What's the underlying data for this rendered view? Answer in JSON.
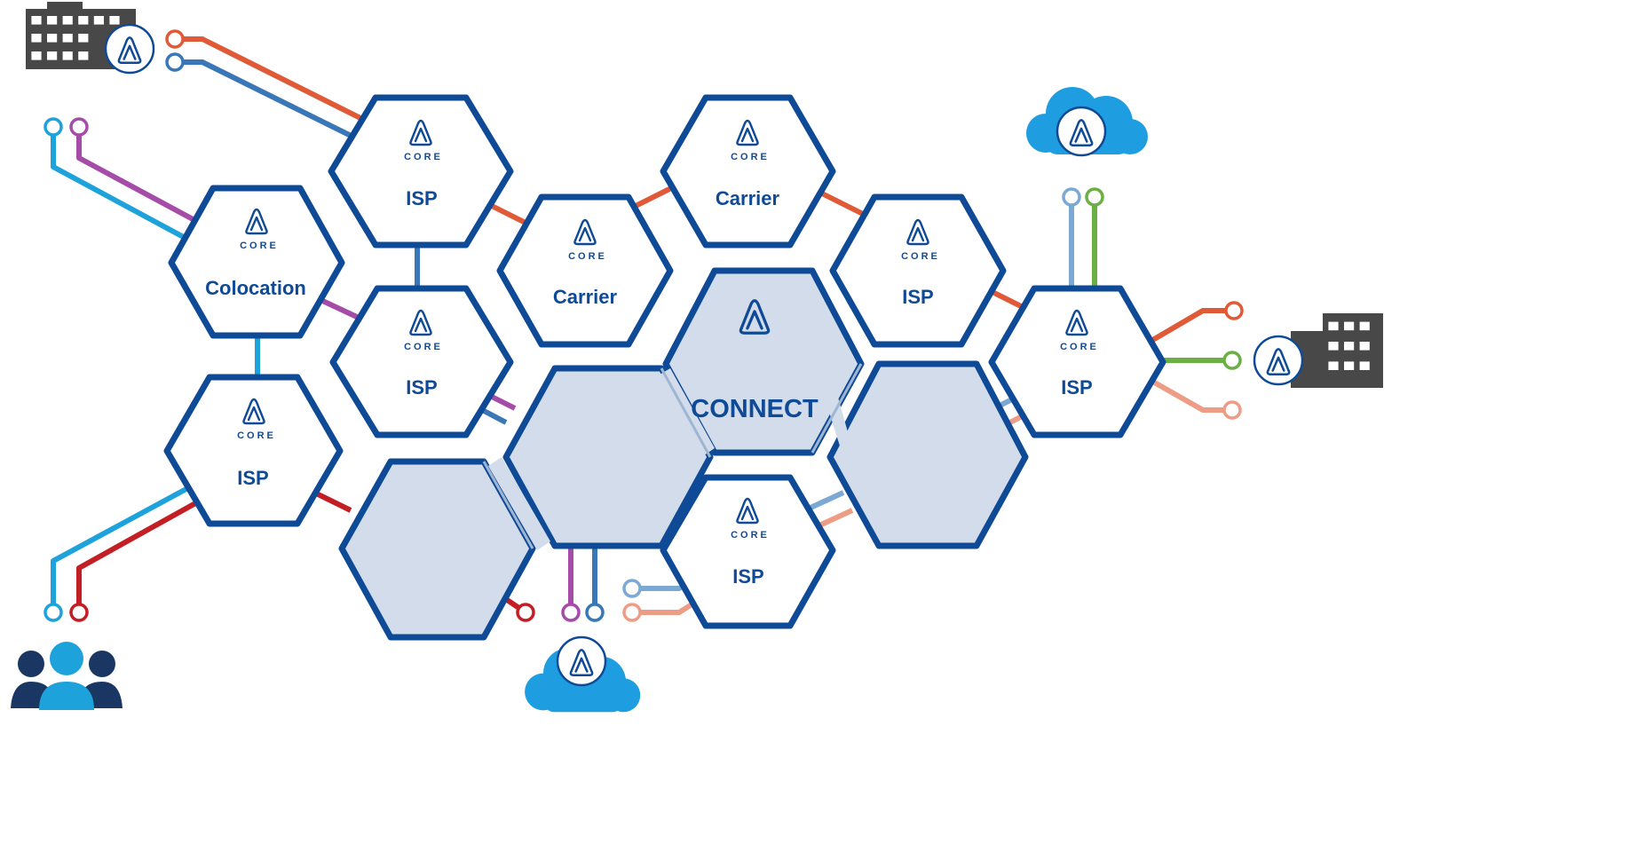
{
  "colors": {
    "node_border": "#0f4a97",
    "connect_fill": "#d2dcea",
    "connect_seam": "#9fb6d3",
    "building": "#484848",
    "cloud": "#1e9ee0",
    "orange_red": "#e05a37",
    "steel_blue": "#3a77b6",
    "sky_blue": "#1ea2dc",
    "purple": "#a54ca8",
    "green": "#6ab044",
    "dark_red": "#c41e25",
    "salmon": "#ed9c85",
    "light_blue": "#7ba9d3"
  },
  "core_label": "CORE",
  "nodes": {
    "isp_top": {
      "label": "ISP"
    },
    "isp_mid": {
      "label": "ISP"
    },
    "colocation": {
      "label": "Colocation"
    },
    "isp_left": {
      "label": "ISP"
    },
    "carrier_mid": {
      "label": "Carrier"
    },
    "carrier_top": {
      "label": "Carrier"
    },
    "isp_right1": {
      "label": "ISP"
    },
    "isp_far_right": {
      "label": "ISP"
    },
    "isp_bottom": {
      "label": "ISP"
    }
  },
  "connect": {
    "label": "CONNECT"
  },
  "icons": [
    "building-icon",
    "cloud-icon",
    "users-icon",
    "logo-icon"
  ]
}
